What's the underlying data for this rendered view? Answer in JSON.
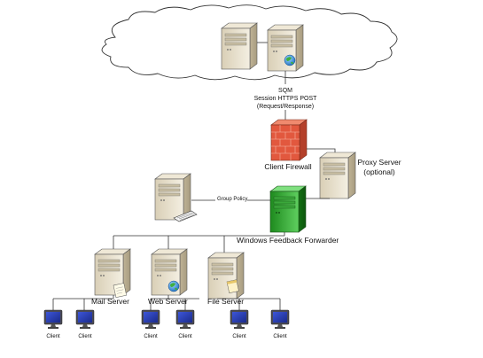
{
  "labels": {
    "sqm_protocol": [
      "SQM",
      "Session HTTPS POST",
      "(Request/Response)"
    ],
    "client_firewall": "Client Firewall",
    "proxy_server": [
      "Proxy Server",
      "(optional)"
    ],
    "group_policy": "Group Policy",
    "windows_feedback_forwarder": "Windows Feedback Forwarder",
    "mail_server": "Mail Server",
    "web_server": "Web Server",
    "file_server": "File Server",
    "client": "Client"
  },
  "colors": {
    "cloud_outline": "#333333",
    "server_body": "#e8dfc8",
    "forwarder_green": "#2ca02c",
    "firewall_red": "#e2583e",
    "monitor_blue": "#2a3fb0",
    "line": "#333333"
  },
  "icons": [
    "cloud-icon",
    "server-icon",
    "globe-icon",
    "firewall-icon",
    "monitor-icon",
    "keyboard-icon",
    "document-icon"
  ]
}
